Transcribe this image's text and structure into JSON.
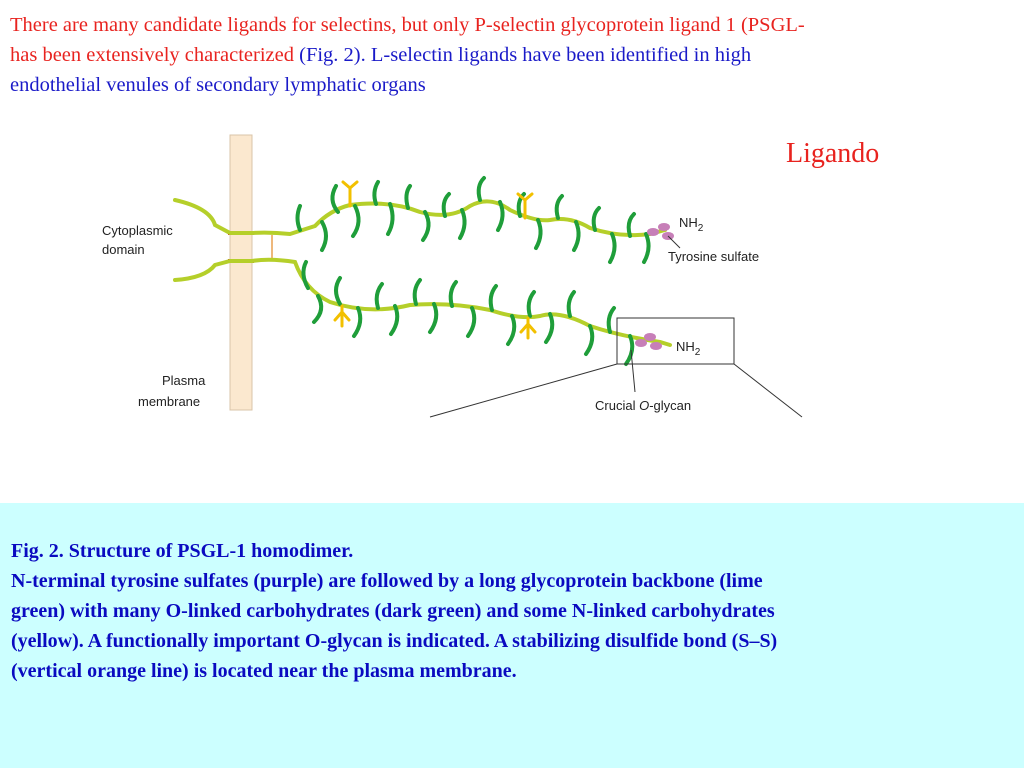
{
  "intro": {
    "line1_red": "There are many candidate ligands for selectins, but only P-selectin glycoprotein ligand 1 (PSGL-",
    "line2_red": "has been extensively characterized ",
    "line2_blue": "(Fig. 2). L-selectin ligands have been identified in high",
    "line3_blue": "endothelial venules of secondary lymphatic organs"
  },
  "side_label": "Ligando",
  "figure": {
    "label_cyto_1": "Cytoplasmic",
    "label_cyto_2": "domain",
    "label_pm_1": "Plasma",
    "label_pm_2": "membrane",
    "label_nh2_top": "NH",
    "label_nh2_top_sub": "2",
    "label_tyr": "Tyrosine sulfate",
    "label_nh2_bot": "NH",
    "label_nh2_bot_sub": "2",
    "label_crucial_pre": "Crucial ",
    "label_crucial_o": "O",
    "label_crucial_post": "-glycan"
  },
  "caption": {
    "line1": "Fig. 2. Structure of PSGL-1 homodimer.",
    "line2": "N-terminal tyrosine sulfates (purple) are followed by a long glycoprotein backbone (lime",
    "line3": "green) with many O-linked carbohydrates (dark green) and some N-linked carbohydrates",
    "line4": "(yellow). A functionally important O-glycan is indicated. A stabilizing disulfide bond (S–S)",
    "line5": "(vertical orange line) is located near the plasma membrane."
  },
  "colors": {
    "backbone": "#b5cf2a",
    "o_glycan": "#1f9e3a",
    "n_glycan": "#f2c000",
    "tyrosine_sulfate": "#c77fb8",
    "disulfide": "#e8a050",
    "membrane": "#fbe8cf",
    "membrane_mark": "#d6101a"
  }
}
